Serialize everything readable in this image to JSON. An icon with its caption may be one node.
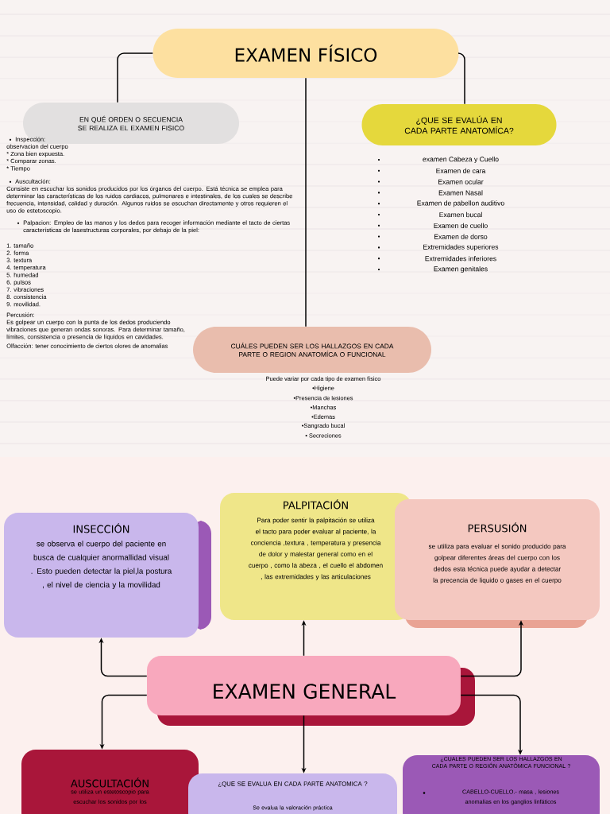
{
  "diagram": {
    "nodes": [
      {
        "text": [
          "EXAMEN FÍSICO"
        ]
      },
      {
        "text": [
          "EN QUÉ ORDEN O SECUENCIA SE REALIZA EL EXAMEN FISICO"
        ],
        "beside": [
          "Inspección:",
          "observacion del cuerpo",
          "* Zona bien expuesta.",
          "* Comparar zonas.",
          "* Tiempo",
          "Auscultación:",
          "Consiste en escuchar los sonidos producidos por los órganos del cuerpo. Está técnica se emplea para determinar las características de los ruidos cardiacos, pulmonares e intestinales, de los cuales se describe frecuencia, intensidad, calidad y duración. Algunos ruidos se escuchan directamente y otros requieren el uso de estetoscopio.",
          "Palpacion: Empleo de las manos y los dedos para recoger información mediante el tacto de ciertas características de lasestructuras corporales, por debajo de la piel:",
          "1. tamaño",
          "2. forma",
          "3. textura",
          "4. temperatura",
          "5. humedad",
          "6. pulsos",
          "7. vibraciones",
          "8. consistencia",
          "9. movilidad.",
          "Percusión:",
          "Es golpear un cuerpo con la punta de los dedos produciendo vibraciones que generan ondas sonoras. Para determinar tamaño, límites, consistencia o presencia de líquidos en cavidades.",
          "Olfacción: tener conocimiento de ciertos olores de anomalias"
        ]
      },
      {
        "text": [
          "¿QUE SE EVALÚA EN CADA PARTE ANATOMÍCA?"
        ],
        "beside": [
          "examen Cabeza y Cuello",
          "Examen de cara",
          "Examen ocular",
          "Examen Nasal",
          "Examen de pabellon auditivo",
          "Examen bucal",
          "Examen de cuello",
          "Examen de dorso",
          "Extremidades superiores",
          "Extremidades inferiores",
          "Examen genitales"
        ]
      },
      {
        "text": [
          "CUÁLES PUEDEN SER LOS HALLAZGOS EN CADA PARTE O REGION ANATOMÍCA O FUNCIONAL"
        ],
        "beside": [
          "Puede variar por cada tipo de examen físico",
          "•Higiene",
          "•Presencia de lesiones",
          "•Manchas",
          "•Edemas",
          "•Sangrado bucal",
          "• Secreciones"
        ]
      },
      {
        "text": [
          "INSECCIÓN",
          "se observa el cuerpo del paciente en busca de cualquier anormallidad visual . Esto pueden detectar la piel,la postura , el nivel de ciencia y la movilidad"
        ]
      },
      {
        "text": [
          "PALPITACIÓN",
          "Para poder sentir la palpitación se utiliza el tacto para poder evaluar al paciente, la conciencia ,textura , temperatura y presencia de dolor y malestar general como en el cuerpo , como la abeza , el cuello el abdomen , las extremidades y las articulaciones"
        ]
      },
      {
        "text": [
          "PERSUSIÓN",
          "se utiliza para evaluar el sonido producido para golpear diferentes áreas del cuerpo con los dedos esta técnica puede ayudar a detectar la precencia de liquido o gases en el cuerpo"
        ]
      },
      {
        "text": [
          "EXAMEN GENERAL"
        ]
      },
      {
        "text": [
          "AUSCULTACIÓN",
          "se utiliza un estetoscopio para escuchar los sonidos por los"
        ]
      },
      {
        "text": [
          "¿QUE SE EVALUA EN CADA PARTE ANATOMICA ?",
          "Se evalua la valoración práctica"
        ]
      },
      {
        "text": [
          "¿CUALES PUEDEN SER LOS HALLAZGOS EN CADA PARTE O REGIÓN ANATÓMICA FUNCIONAL ?",
          "CABELLO-CUELLO.- masa , lesiones anomalías en los ganglios linfáticos"
        ]
      }
    ],
    "edges": [
      {
        "from": 0,
        "to": 1,
        "arrow": "none"
      },
      {
        "from": 0,
        "to": 2,
        "arrow": "none"
      },
      {
        "from": 0,
        "to": 3,
        "arrow": "none"
      },
      {
        "from": 7,
        "to": 4,
        "arrow": "to"
      },
      {
        "from": 7,
        "to": 5,
        "arrow": "to"
      },
      {
        "from": 7,
        "to": 6,
        "arrow": "to"
      },
      {
        "from": 7,
        "to": 8,
        "arrow": "to"
      },
      {
        "from": 7,
        "to": 9,
        "arrow": "to"
      },
      {
        "from": 7,
        "to": 10,
        "arrow": "to"
      }
    ]
  }
}
